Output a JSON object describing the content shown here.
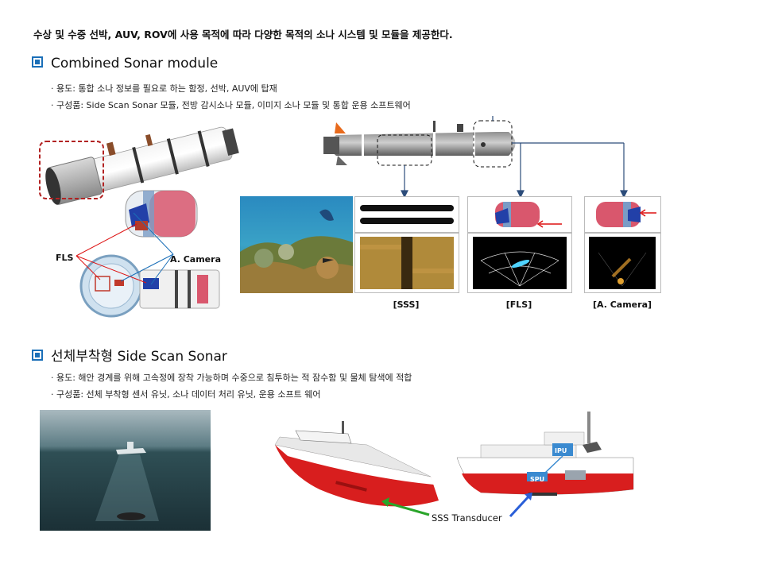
{
  "intro": "수상 및 수중 선박, AUV, ROV에 사용 목적에 따라 다양한 목적의 소나 시스템 및 모듈을 제공한다.",
  "section1": {
    "title": "Combined Sonar module",
    "bullets": [
      "· 용도: 통합 소나 정보를 필요로 하는 함정, 선박, AUV에 탑재",
      "· 구성품: Side Scan Sonar 모듈, 전방 감시소나 모듈, 이미지 소나 모듈 및 통합 운용 소프트웨어"
    ],
    "labels": {
      "fls": "FLS",
      "camera": "A. Camera"
    },
    "captions": [
      "[SSS]",
      "[FLS]",
      "[A. Camera]"
    ]
  },
  "section2": {
    "title": "선체부착형 Side Scan Sonar",
    "bullets": [
      "· 용도: 해안 경계를 위해 고속정에 장착 가능하며 수중으로 침투하는 적 잠수함 및 물체 탐색에 적합",
      "· 구성품: 선체 부착형 센서 유닛, 소나 데이터 처리 유닛, 운용 소프트 웨어"
    ],
    "labels": {
      "ipu": "IPU",
      "spu": "SPU",
      "transducer": "SSS Transducer"
    }
  },
  "colors": {
    "accent": "#1a6fb8",
    "dash_red": "#b22222",
    "hull_red": "#d81e1e"
  }
}
